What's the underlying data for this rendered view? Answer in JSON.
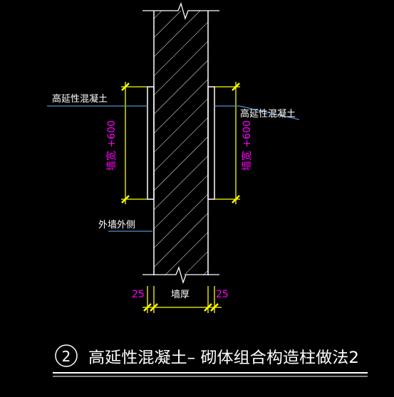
{
  "drawing": {
    "labels": {
      "hpc_left": "高延性混凝土",
      "hpc_right": "高延性混凝土",
      "exterior_side": "外墙外侧",
      "dim_left": "墙宽 +600",
      "dim_right": "墙宽 +600",
      "dim_25_left": "25",
      "dim_25_right": "25",
      "wall_thickness": "墙厚"
    },
    "caption": {
      "number": "2",
      "title": "高延性混凝土– 砌体组合构造柱做法2"
    },
    "colors": {
      "background": "#000000",
      "line": "#ffffff",
      "dimension": "#ffff00",
      "leader": "#4f8fc8",
      "dimension_text": "#ff00ff"
    }
  }
}
